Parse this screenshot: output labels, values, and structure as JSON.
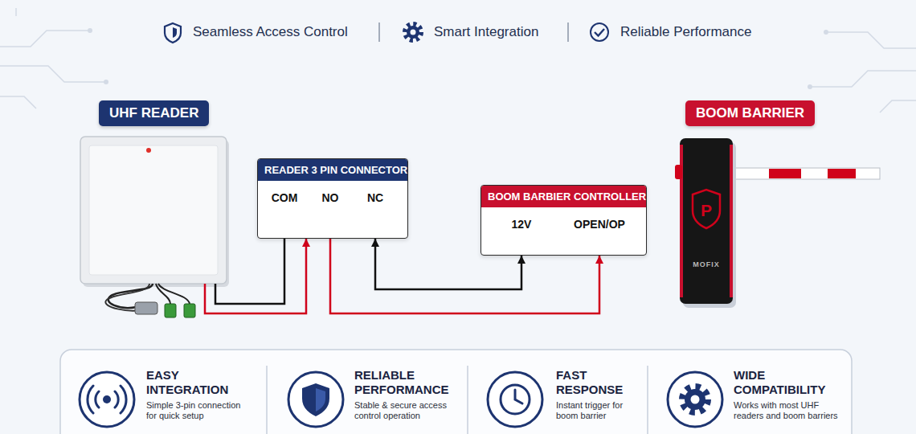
{
  "diagram": {
    "nodes": [
      {
        "text": [
          "UHF READER"
        ]
      },
      {
        "text": [
          "BOOM BARRIER"
        ]
      },
      {
        "text": [
          "READER 3 PIN CONNECTOR",
          "COM",
          "NO",
          "NC"
        ]
      },
      {
        "text": [
          "BOOM BARBIER CONTROLLER",
          "12V",
          "OPEN/OP"
        ]
      },
      {
        "text": [
          "EASY INTEGRATION",
          "Simple 3-pin connection for quick setup"
        ]
      },
      {
        "text": [
          "RELIABLE PERFORMANCE",
          "Stable & secure access control operation"
        ]
      },
      {
        "text": [
          "FAST RESPONSE",
          "Instant trigger for boom barrier"
        ]
      },
      {
        "text": [
          "WIDE COMPATIBILITY",
          "Works with most UHF readers and boom barriers"
        ]
      }
    ],
    "edges": [
      {
        "from": 2,
        "to": 3,
        "arrow": "both"
      },
      {
        "from": 2,
        "to": 3,
        "arrow": "to"
      }
    ],
    "labels": [
      "Seamless Access Control",
      "Smart Integration",
      "Reliable Performance",
      "P",
      "MOFIX"
    ]
  }
}
